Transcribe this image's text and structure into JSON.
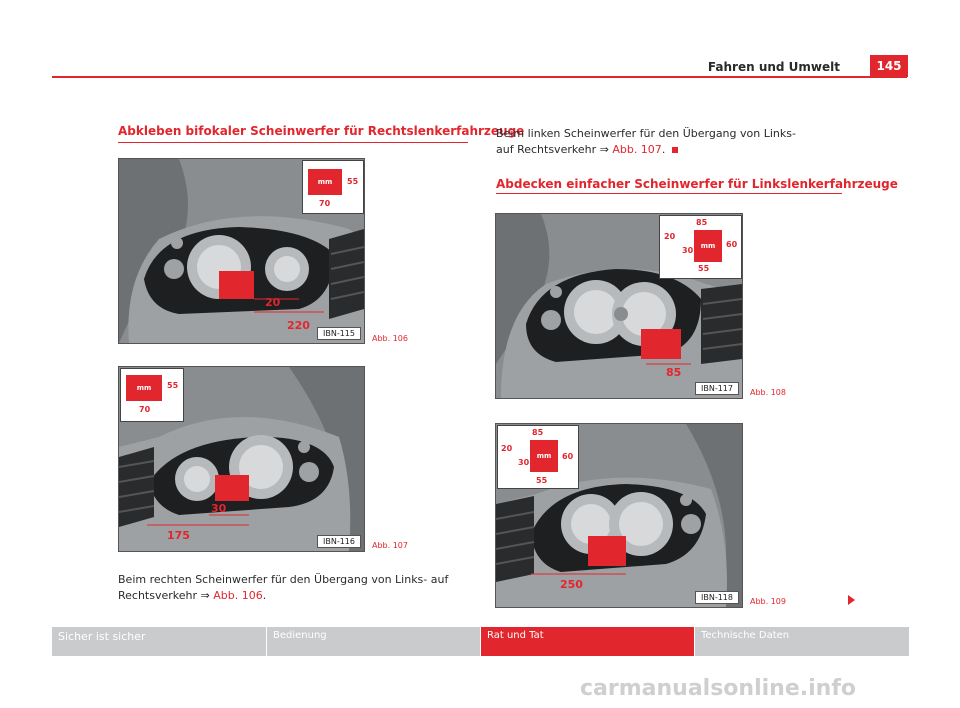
{
  "header": {
    "title": "Fahren und Umwelt",
    "page_number": "145"
  },
  "left": {
    "section_title": "Abkleben bifokaler Scheinwerfer für Rechtslenkerfahrzeuge",
    "text_prefix": "Beim rechten Scheinwerfer für den Übergang von Links- auf Rechtsverkehr ⇒",
    "text_link": "Abb. 106",
    "text_suffix": "."
  },
  "right": {
    "intro_prefix": "Beim linken Scheinwerfer für den Übergang von Links- auf Rechtsverkehr ⇒",
    "intro_link": "Abb. 107",
    "intro_suffix": ".",
    "section_title": "Abdecken einfacher Scheinwerfer für Linkslenkerfahrzeuge"
  },
  "figures": {
    "fig106": {
      "code": "IBN-115",
      "caption": "Abb. 106",
      "inset_unit": "mm",
      "inset_h": "55",
      "inset_w": "70",
      "dim_small": "20",
      "dim_large": "220"
    },
    "fig107": {
      "code": "IBN-116",
      "caption": "Abb. 107",
      "inset_unit": "mm",
      "inset_h": "55",
      "inset_w": "70",
      "dim_small": "30",
      "dim_large": "175"
    },
    "fig108": {
      "code": "IBN-117",
      "caption": "Abb. 108",
      "inset_unit": "mm",
      "top": "85",
      "left": "20",
      "inner": "30",
      "right": "60",
      "bottom": "55",
      "dim_large": "85"
    },
    "fig109": {
      "code": "IBN-118",
      "caption": "Abb. 109",
      "inset_unit": "mm",
      "top": "85",
      "left": "20",
      "inner": "30",
      "right": "60",
      "bottom": "55",
      "dim_large": "250"
    }
  },
  "footer": {
    "tabs": [
      "Sicher ist sicher",
      "Bedienung",
      "Rat und Tat",
      "Technische Daten"
    ]
  },
  "watermark": "carmanualsonline.info",
  "colors": {
    "accent": "#e2262e",
    "tab_gray": "#c9cbcd"
  },
  "icons": {
    "end_marker": "square-marker-icon",
    "continue": "arrow-right-icon"
  }
}
